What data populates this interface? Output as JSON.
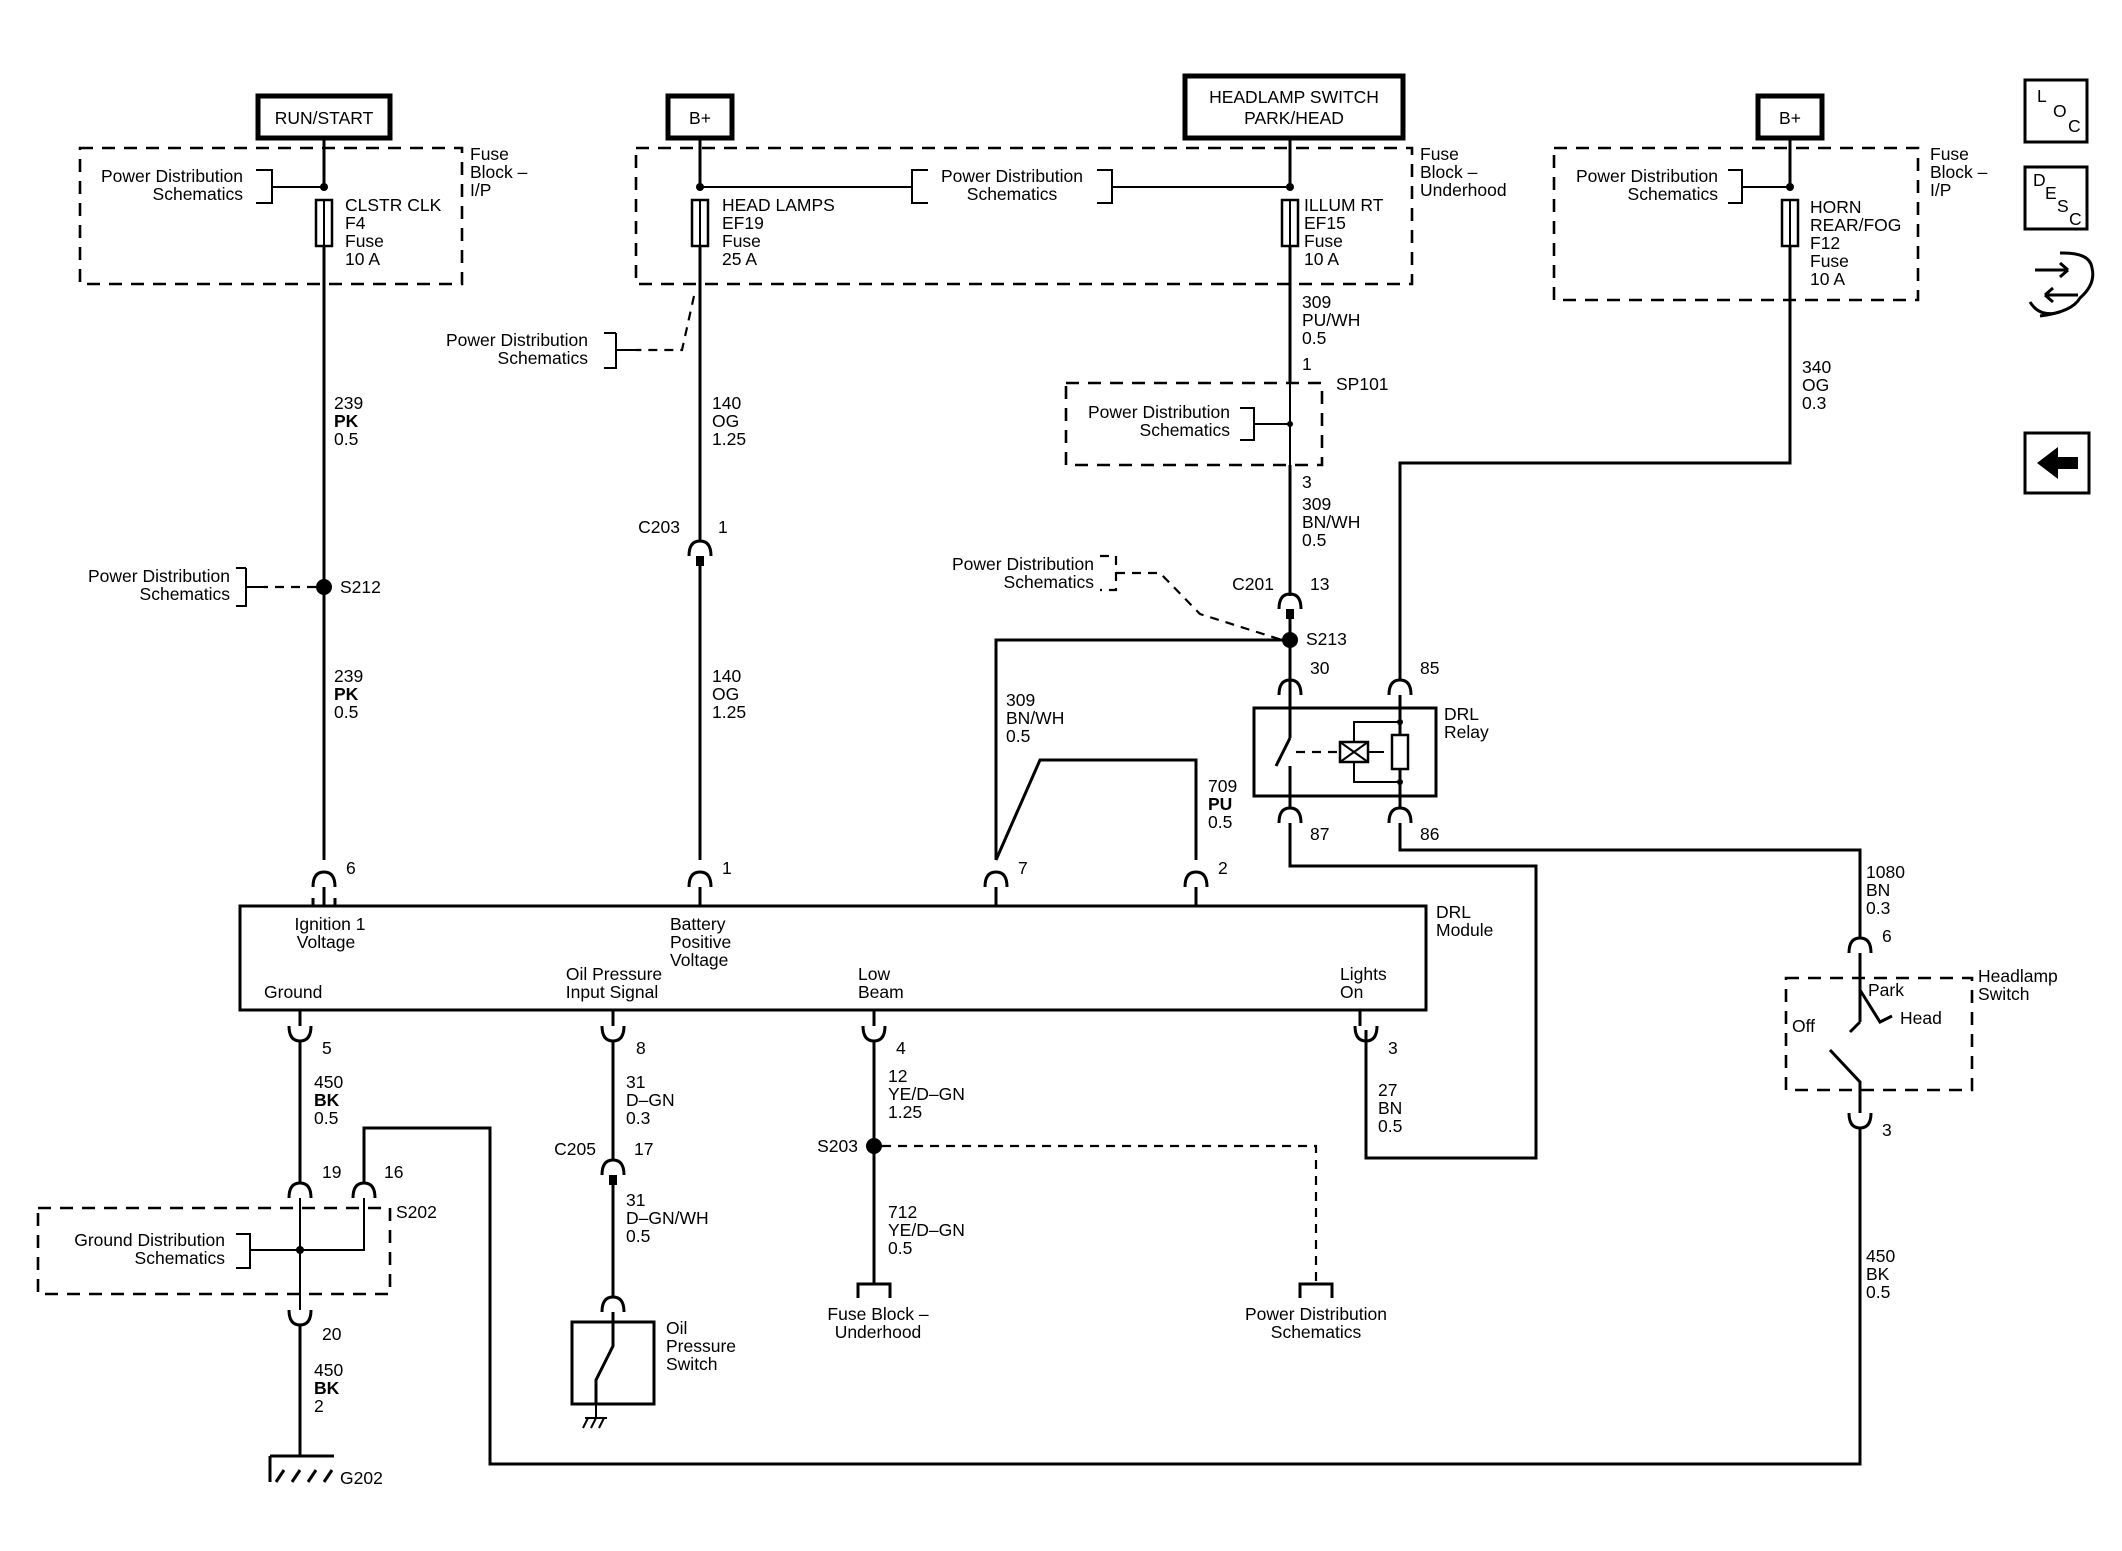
{
  "headers": {
    "run_start": "RUN/START",
    "b_plus_1": "B+",
    "headlamp_switch_1": "HEADLAMP SWITCH",
    "headlamp_switch_2": "PARK/HEAD",
    "b_plus_2": "B+"
  },
  "side_icons": [
    "loc-icon",
    "desc-icon",
    "connector-views-icon",
    "back-arrow-icon"
  ],
  "fuse_blocks": {
    "ip_left_1": "Fuse",
    "ip_left_2": "Block –",
    "ip_left_3": "I/P",
    "uh_1": "Fuse",
    "uh_2": "Block –",
    "uh_3": "Underhood",
    "ip_right_1": "Fuse",
    "ip_right_2": "Block –",
    "ip_right_3": "I/P"
  },
  "schematic_ref": {
    "pd1": "Power Distribution",
    "pd2": "Schematics",
    "gd1": "Ground Distribution",
    "gd2": "Schematics"
  },
  "fuses": {
    "f4": [
      "CLSTR CLK",
      "F4",
      "Fuse",
      "10 A"
    ],
    "ef19": [
      "HEAD LAMPS",
      "EF19",
      "Fuse",
      "25 A"
    ],
    "ef15": [
      "ILLUM RT",
      "EF15",
      "Fuse",
      "10 A"
    ],
    "f12": [
      "HORN",
      "REAR/FOG",
      "F12",
      "Fuse",
      "10 A"
    ]
  },
  "wires": {
    "w239a": [
      "239",
      "PK",
      "0.5"
    ],
    "w239b": [
      "239",
      "PK",
      "0.5"
    ],
    "w140a": [
      "140",
      "OG",
      "1.25"
    ],
    "w140b": [
      "140",
      "OG",
      "1.25"
    ],
    "w309a": [
      "309",
      "PU/WH",
      "0.5"
    ],
    "w309b": [
      "309",
      "BN/WH",
      "0.5"
    ],
    "w309c": [
      "309",
      "BN/WH",
      "0.5"
    ],
    "w709": [
      "709",
      "PU",
      "0.5"
    ],
    "w340": [
      "340",
      "OG",
      "0.3"
    ],
    "w1080": [
      "1080",
      "BN",
      "0.3"
    ],
    "w450a": [
      "450",
      "BK",
      "0.5"
    ],
    "w450b": [
      "450",
      "BK",
      "2"
    ],
    "w450c": [
      "450",
      "BK",
      "0.5"
    ],
    "w31a": [
      "31",
      "D–GN",
      "0.3"
    ],
    "w31b": [
      "31",
      "D–GN/WH",
      "0.5"
    ],
    "w12": [
      "12",
      "YE/D–GN",
      "1.25"
    ],
    "w712": [
      "712",
      "YE/D–GN",
      "0.5"
    ],
    "w27": [
      "27",
      "BN",
      "0.5"
    ]
  },
  "splices": {
    "s212": "S212",
    "sp101": "SP101",
    "s213": "S213",
    "s203": "S203",
    "s202": "S202",
    "g202": "G202"
  },
  "connectors": {
    "c203": "C203",
    "c201": "C201",
    "c205": "C205"
  },
  "pins": {
    "c203": "1",
    "sp101_in": "1",
    "sp101_out": "3",
    "c201": "13",
    "relay_30": "30",
    "relay_85": "85",
    "relay_87": "87",
    "relay_86": "86",
    "m6": "6",
    "m1": "1",
    "m7": "7",
    "m2": "2",
    "m5": "5",
    "m8": "8",
    "m4": "4",
    "m3": "3",
    "c205": "17",
    "s202_19": "19",
    "s202_16": "16",
    "s202_20": "20",
    "sw6": "6",
    "sw3": "3"
  },
  "drl_module": {
    "name_1": "DRL",
    "name_2": "Module",
    "ign_1": "Ignition 1",
    "ign_2": "Voltage",
    "bat_1": "Battery",
    "bat_2": "Positive",
    "bat_3": "Voltage",
    "ground": "Ground",
    "oil_1": "Oil Pressure",
    "oil_2": "Input Signal",
    "low_1": "Low",
    "low_2": "Beam",
    "lights_1": "Lights",
    "lights_2": "On"
  },
  "drl_relay": {
    "name_1": "DRL",
    "name_2": "Relay"
  },
  "headlamp_switch": {
    "name_1": "Headlamp",
    "name_2": "Switch",
    "park": "Park",
    "head": "Head",
    "off": "Off"
  },
  "oil_switch": [
    "Oil",
    "Pressure",
    "Switch"
  ],
  "fuse_block_uh_ref": [
    "Fuse Block –",
    "Underhood"
  ]
}
